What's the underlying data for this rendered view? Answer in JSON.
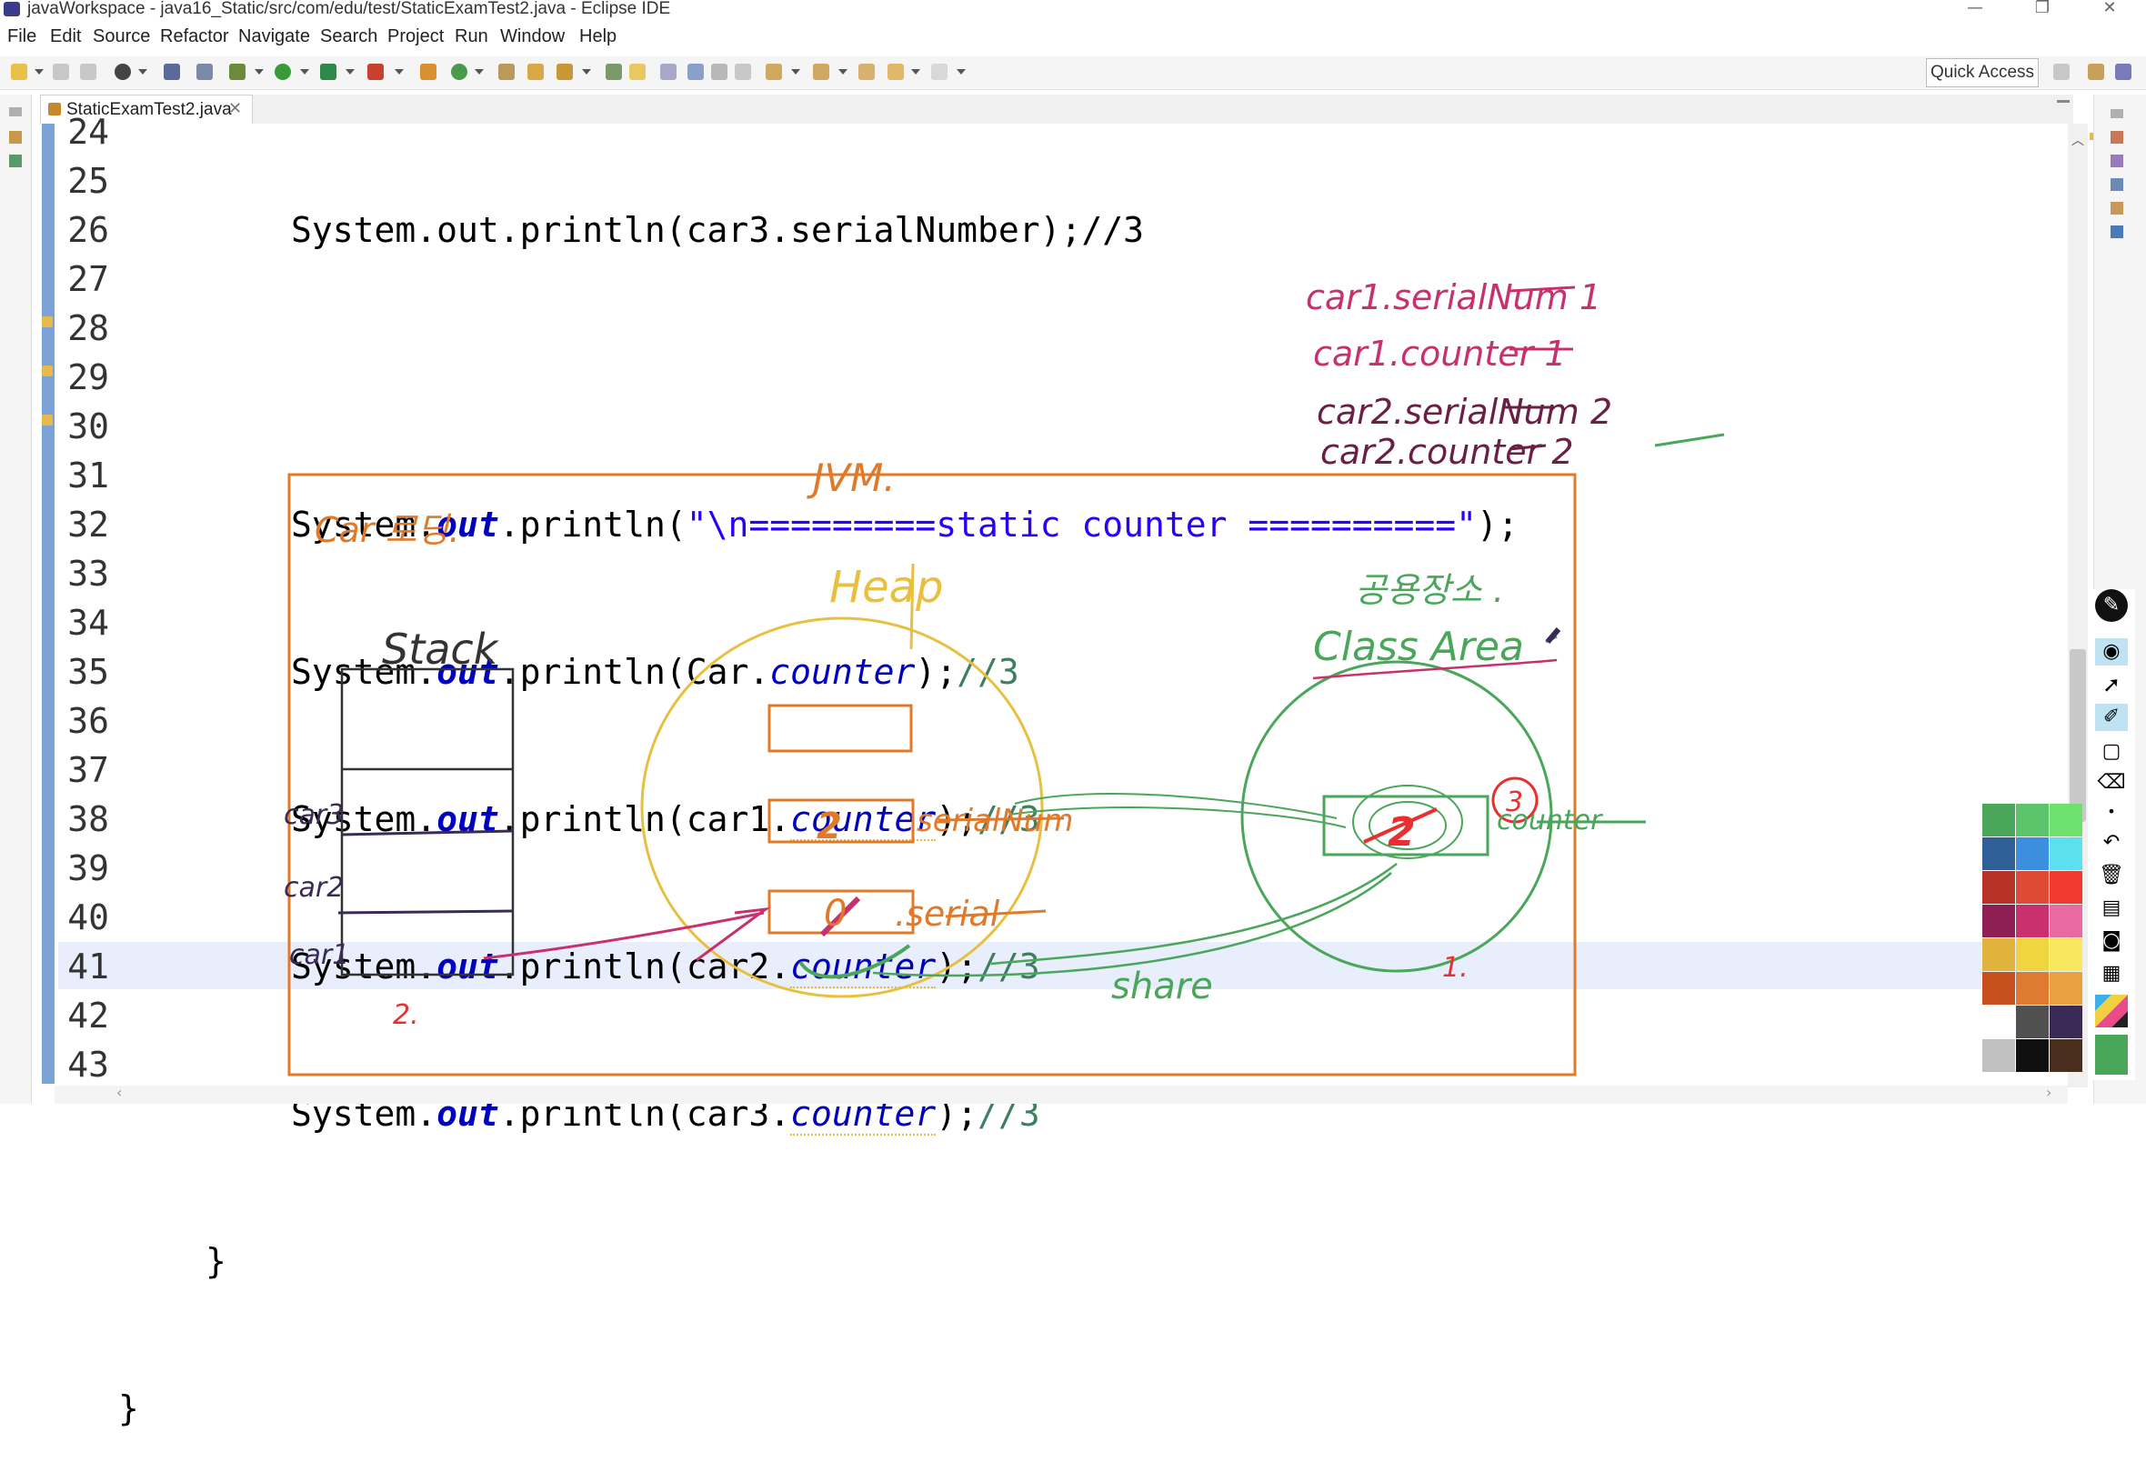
{
  "window": {
    "title": "javaWorkspace - java16_Static/src/com/edu/test/StaticExamTest2.java - Eclipse IDE",
    "minimize": "—",
    "restore": "❐",
    "close": "✕"
  },
  "menu": [
    "File",
    "Edit",
    "Source",
    "Refactor",
    "Navigate",
    "Search",
    "Project",
    "Run",
    "Window",
    "Help"
  ],
  "toolbar": {
    "quick_access": "Quick Access"
  },
  "editor": {
    "tab_label": "StaticExamTest2.java",
    "tab_close": "✕",
    "line_numbers": [
      "24",
      "25",
      "26",
      "27",
      "28",
      "29",
      "30",
      "31",
      "32",
      "33",
      "34",
      "35",
      "36",
      "37",
      "38",
      "39",
      "40",
      "41",
      "42",
      "43"
    ],
    "code": {
      "l24": "System.out.println(car3.serialNumber);//3",
      "l26_pre": "System.",
      "l26_out": "out",
      "l26_mid": ".println(",
      "l26_str": "\"\\n=========static counter ==========\"",
      "l26_end": ");",
      "l27_obj": "Car.",
      "l27_fld": "counter",
      "l27_end": ");",
      "l27_cmt": "//3",
      "l28_obj": "car1.",
      "l29_obj": "car2.",
      "l30_obj": "car3.",
      "brace31": "}",
      "brace32": "}"
    }
  },
  "annotations": {
    "jvm": "JVM.",
    "car_loading": "Car 로딩.",
    "heap": "Heap",
    "stack": "Stack",
    "shared_area": "공용장소 .",
    "class_area": "Class Area",
    "car3": "car3",
    "car2": "car2",
    "car1": "car1",
    "heap_val_2": "2",
    "heap_val_0": "0",
    "serial_num": "serialNum",
    "serial": ".serial",
    "counter": "counter",
    "counter_val": "2",
    "counter_circle": "3",
    "share": "share",
    "step1": "1.",
    "step2": "2.",
    "right_notes": [
      "car1.serialNum 1",
      "car1.counter 1",
      "car2.serialNum 2",
      "car2.counter 2"
    ]
  },
  "palette_colors": [
    "#4aa65a",
    "#5cc46a",
    "#6ee06e",
    "#2e5f96",
    "#3c8fde",
    "#5ce0f0",
    "#b83226",
    "#de4a36",
    "#f03a30",
    "#8e1f55",
    "#c8306e",
    "#e86aa0",
    "#e0b43c",
    "#f0d440",
    "#f8e860",
    "#c8501e",
    "#de7a32",
    "#e8a040",
    "#ffffff",
    "#505050",
    "#3a2a55",
    "#c0c0c0",
    "#101010",
    "#4a2e1e"
  ]
}
